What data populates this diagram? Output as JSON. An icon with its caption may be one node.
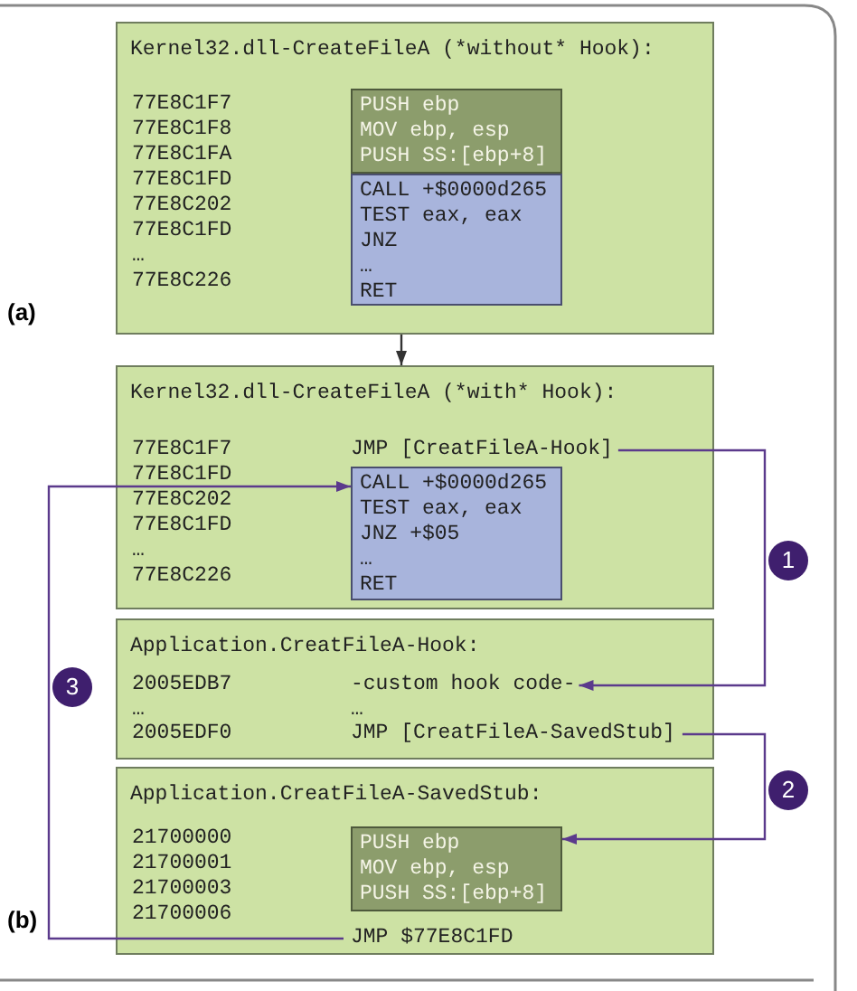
{
  "diagram": {
    "nodes": [
      {
        "text": [
          "Kernel32.dll-CreateFileA (*without* Hook):",
          "77E8C1F7",
          "77E8C1F8",
          "77E8C1FA",
          "77E8C1FD",
          "77E8C202",
          "77E8C1FD",
          "…",
          "77E8C226"
        ]
      },
      {
        "text": [
          "PUSH ebp",
          "MOV ebp, esp",
          "PUSH SS:[ebp+8]"
        ],
        "in": 0
      },
      {
        "text": [
          "CALL +$0000d265",
          "TEST eax, eax",
          "JNZ",
          "…",
          "RET"
        ],
        "in": 0
      },
      {
        "text": [
          "Kernel32.dll-CreateFileA (*with* Hook):",
          "77E8C1F7",
          "77E8C1FD",
          "77E8C202",
          "77E8C1FD",
          "…",
          "77E8C226"
        ]
      },
      {
        "text": [
          "JMP [CreatFileA-Hook]"
        ],
        "in": 3
      },
      {
        "text": [
          "CALL +$0000d265",
          "TEST eax, eax",
          "JNZ +$05",
          "…",
          "RET"
        ],
        "in": 3
      },
      {
        "text": [
          "Application.CreatFileA-Hook:",
          "2005EDB7",
          "…",
          "…",
          "2005EDF0"
        ]
      },
      {
        "text": [
          "-custom hook code-"
        ],
        "in": 6
      },
      {
        "text": [
          "JMP [CreatFileA-SavedStub]"
        ],
        "in": 6
      },
      {
        "text": [
          "Application.CreatFileA-SavedStub:",
          "21700000",
          "21700001",
          "21700003",
          "21700006"
        ]
      },
      {
        "text": [
          "PUSH ebp",
          "MOV ebp, esp",
          "PUSH SS:[ebp+8]"
        ],
        "in": 9
      },
      {
        "text": [
          "JMP $77E8C1FD"
        ],
        "in": 9
      }
    ],
    "edges": [
      {
        "from": 0,
        "to": 3,
        "arrow": "to",
        "color": "#333333"
      },
      {
        "from": 4,
        "to": 7,
        "arrow": "to",
        "label": "1"
      },
      {
        "from": 8,
        "to": 10,
        "arrow": "to",
        "label": "2"
      },
      {
        "from": 11,
        "to": 5,
        "arrow": "to",
        "label": "3"
      }
    ],
    "labels": [
      "(a)",
      "(b)"
    ]
  }
}
